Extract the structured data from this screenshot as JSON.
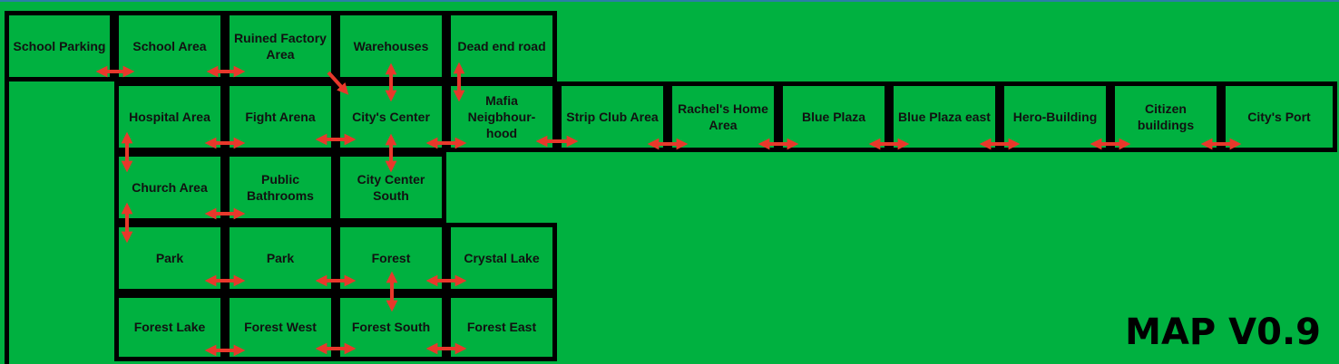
{
  "title": "MAP V0.9",
  "colors": {
    "background": "#00b140",
    "border": "#000000",
    "connector": "#e8382b"
  },
  "locations": {
    "school_parking": "School Parking",
    "school_area": "School Area",
    "ruined_factory": "Ruined Factory Area",
    "warehouses": "Warehouses",
    "dead_end_road": "Dead end road",
    "hospital_area": "Hospital Area",
    "fight_arena": "Fight Arena",
    "citys_center": "City's Center",
    "mafia_neighbourhood": "Mafia Neigbhour-hood",
    "strip_club": "Strip Club Area",
    "rachels_home": "Rachel's Home Area",
    "blue_plaza": "Blue Plaza",
    "blue_plaza_east": "Blue Plaza east",
    "hero_building": "Hero-Building",
    "citizen_buildings": "Citizen buildings",
    "citys_port": "City's Port",
    "church_area": "Church Area",
    "public_bathrooms": "Public Bathrooms",
    "city_center_south": "City Center South",
    "park_1": "Park",
    "park_2": "Park",
    "forest": "Forest",
    "crystal_lake": "Crystal Lake",
    "forest_lake": "Forest Lake",
    "forest_west": "Forest West",
    "forest_south": "Forest South",
    "forest_east": "Forest East"
  }
}
